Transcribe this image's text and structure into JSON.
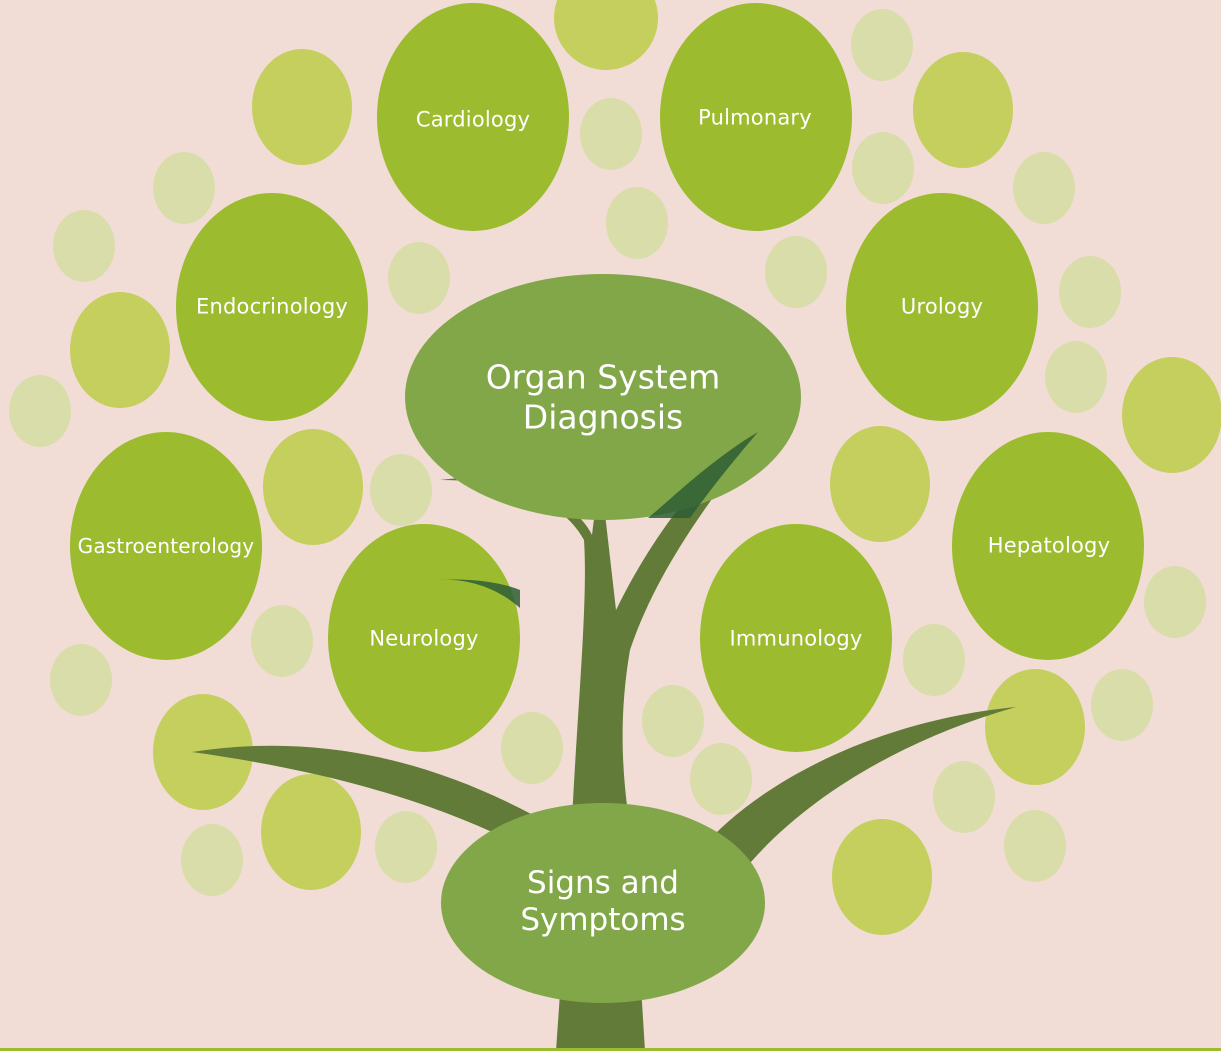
{
  "colors": {
    "background": "#f1ddd5",
    "leaf_node": "#9dbb2f",
    "hub_node": "#82a748",
    "trunk": "#627b38",
    "branch_overlap": "#2e5e35",
    "dot_medium": "#c4cf5d",
    "dot_light": "#d8ddaa",
    "bottom_line": "#9dbb2f"
  },
  "diagram": {
    "hub_top": {
      "label": "Organ System\nDiagnosis"
    },
    "hub_bottom": {
      "label": "Signs and\nSymptoms"
    },
    "nodes": [
      {
        "id": "cardiology",
        "label": "Cardiology"
      },
      {
        "id": "pulmonary",
        "label": "Pulmonary"
      },
      {
        "id": "endocrinology",
        "label": "Endocrinology"
      },
      {
        "id": "urology",
        "label": "Urology"
      },
      {
        "id": "gastroenterology",
        "label": "Gastroenterology"
      },
      {
        "id": "hepatology",
        "label": "Hepatology"
      },
      {
        "id": "neurology",
        "label": "Neurology"
      },
      {
        "id": "immunology",
        "label": "Immunology"
      }
    ]
  }
}
